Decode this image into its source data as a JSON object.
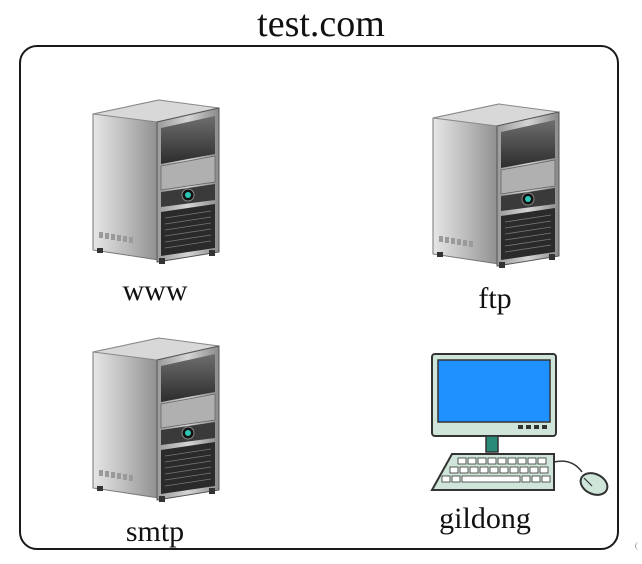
{
  "diagram": {
    "title": "test.com",
    "nodes": [
      {
        "id": "www",
        "label": "www",
        "icon": "server-tower-icon"
      },
      {
        "id": "ftp",
        "label": "ftp",
        "icon": "server-tower-icon"
      },
      {
        "id": "smtp",
        "label": "smtp",
        "icon": "server-tower-icon"
      },
      {
        "id": "gildong",
        "label": "gildong",
        "icon": "desktop-computer-icon"
      }
    ]
  },
  "colors": {
    "frame": "#1a1a1a",
    "server_body": "#bdbdbd",
    "server_front": "#4a4a4a",
    "monitor_screen": "#1e90ff",
    "monitor_body": "#cfe5d9",
    "accent": "#2a8a7a"
  }
}
